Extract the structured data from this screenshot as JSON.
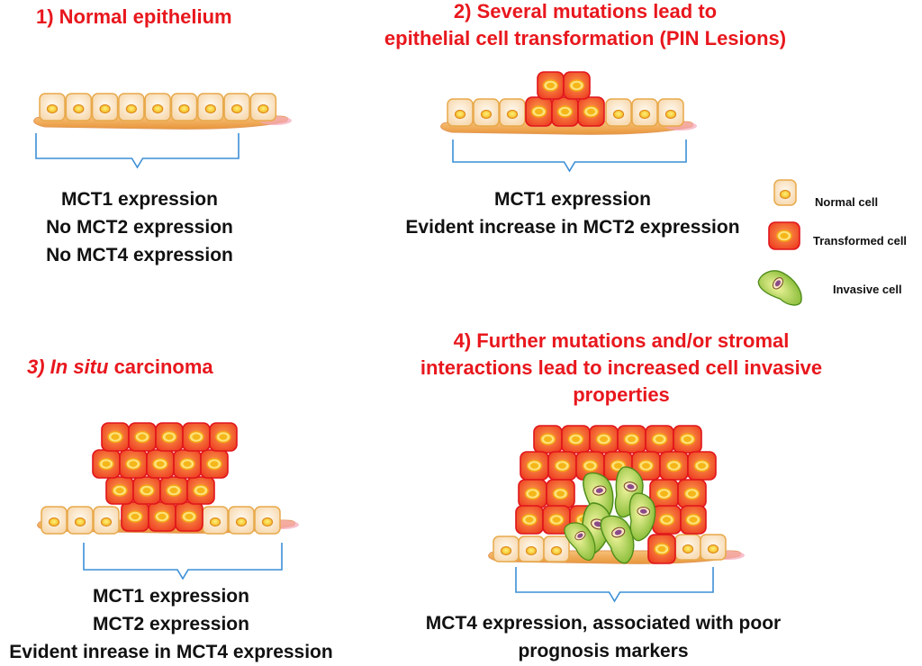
{
  "panels": {
    "p1": {
      "title": "1) Normal epithelium",
      "lines": [
        "MCT1 expression",
        "No MCT2 expression",
        "No MCT4 expression"
      ]
    },
    "p2": {
      "title_line1": "2) Several mutations lead to",
      "title_line2": "epithelial cell transformation (PIN Lesions)",
      "lines": [
        "MCT1 expression",
        "Evident increase in MCT2 expression"
      ]
    },
    "p3": {
      "title_italic": "3) In situ",
      "title_rest": " carcinoma",
      "lines": [
        "MCT1 expression",
        "MCT2 expression",
        "Evident inrease in MCT4 expression"
      ]
    },
    "p4": {
      "title_lines": [
        "4) Further mutations and/or stromal",
        "interactions lead to increased cell  invasive",
        "properties"
      ],
      "lines": [
        "MCT4 expression, associated with poor",
        "prognosis markers"
      ]
    }
  },
  "legend": {
    "normal": "Normal cell",
    "transformed": "Transformed cell",
    "invasive": "Invasive cell"
  },
  "colors": {
    "title_red": "#e8171d",
    "normal_fill": "#fce4c4",
    "normal_stroke": "#e8a94a",
    "transformed_fill": "#f26a3d",
    "transformed_stroke": "#e0151b",
    "invasive_fill": "#b6d94c",
    "stroma": "#f2b36a",
    "bracket": "#3b8fd6"
  }
}
